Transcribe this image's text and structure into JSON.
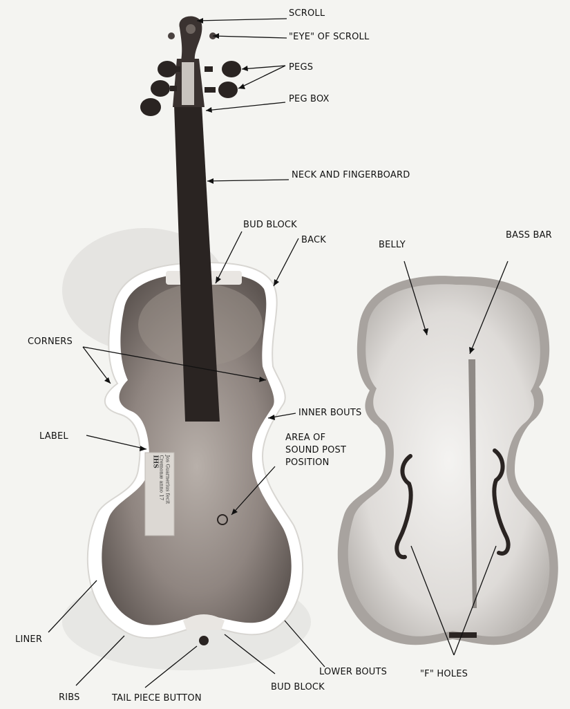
{
  "labels": {
    "scroll": "SCROLL",
    "eye_of_scroll": "\"EYE\" OF SCROLL",
    "pegs": "PEGS",
    "peg_box": "PEG BOX",
    "neck_and_fingerboard": "NECK AND FINGERBOARD",
    "bud_block_top": "BUD BLOCK",
    "back": "BACK",
    "belly": "BELLY",
    "bass_bar": "BASS BAR",
    "corners": "CORNERS",
    "inner_bouts": "INNER BOUTS",
    "label": "LABEL",
    "sound_post_line1": "AREA OF",
    "sound_post_line2": "SOUND POST",
    "sound_post_line3": "POSITION",
    "liner": "LINER",
    "ribs": "RIBS",
    "tail_piece_button": "TAIL PIECE BUTTON",
    "bud_block_bottom": "BUD BLOCK",
    "lower_bouts": "LOWER BOUTS",
    "f_holes": "\"F\" HOLES"
  },
  "violin_label_text": [
    "Jos Guarnerius fecit",
    "Cremonæ anno 17",
    "IHS"
  ],
  "colors": {
    "background": "#f4f4f1",
    "wood_dark": "#2a2422",
    "wood_mid": "#8a807a",
    "wood_light": "#d9d6d2",
    "rim": "#ffffff",
    "leader": "#111111"
  }
}
